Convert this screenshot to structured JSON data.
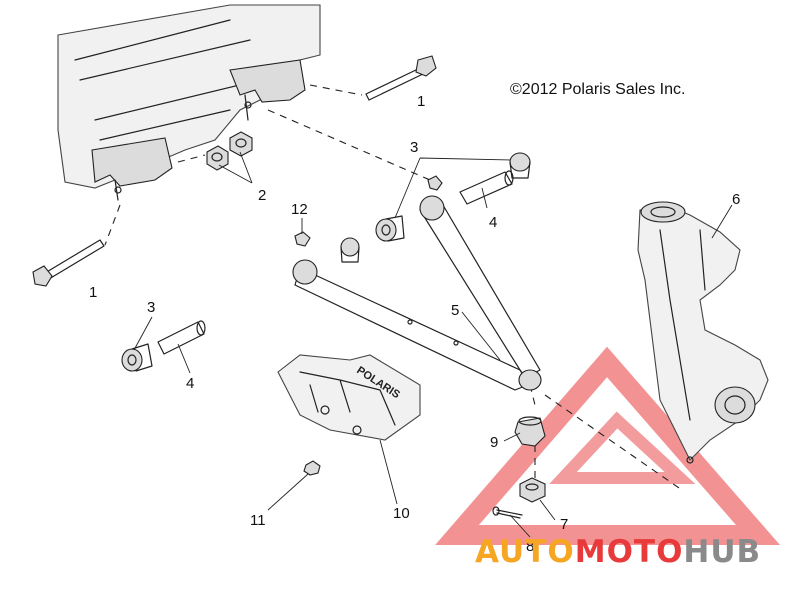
{
  "copyright": "©2012 Polaris Sales Inc.",
  "callouts": {
    "c1a": "1",
    "c1b": "1",
    "c2": "2",
    "c3a": "3",
    "c3b": "3",
    "c4a": "4",
    "c4b": "4",
    "c5": "5",
    "c6": "6",
    "c7": "7",
    "c8": "8",
    "c9": "9",
    "c10": "10",
    "c11": "11",
    "c12": "12"
  },
  "skid_plate_logo": "POLARIS",
  "watermark": {
    "part1": "AUTO",
    "part2": "MOTO",
    "part3": "HUB",
    "colors": {
      "red": "#e8393b",
      "orange": "#f6a623",
      "gray": "#8a8a8a"
    }
  }
}
